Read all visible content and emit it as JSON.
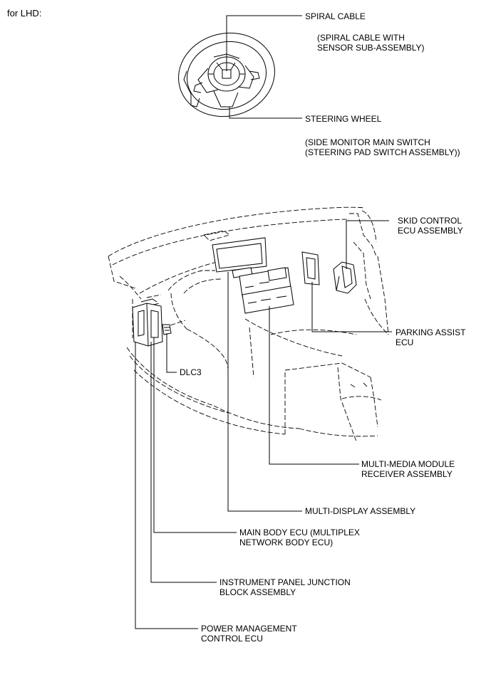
{
  "heading": "for LHD:",
  "labels": {
    "spiral_cable": "SPIRAL CABLE",
    "spiral_cable_sub": [
      "(SPIRAL CABLE WITH",
      "SENSOR SUB-ASSEMBLY)"
    ],
    "steering_wheel": "STEERING WHEEL",
    "steering_wheel_sub": [
      "(SIDE MONITOR MAIN SWITCH",
      "(STEERING PAD SWITCH ASSEMBLY))"
    ],
    "skid_control": [
      "SKID CONTROL",
      "ECU ASSEMBLY"
    ],
    "parking_assist": [
      "PARKING ASSIST",
      "ECU"
    ],
    "dlc3": "DLC3",
    "multi_media": [
      "MULTI-MEDIA MODULE",
      "RECEIVER ASSEMBLY"
    ],
    "multi_display": "MULTI-DISPLAY ASSEMBLY",
    "main_body_ecu": [
      "MAIN BODY ECU (MULTIPLEX",
      "NETWORK BODY ECU)"
    ],
    "instrument_panel": [
      "INSTRUMENT PANEL JUNCTION",
      "BLOCK ASSEMBLY"
    ],
    "power_management": [
      "POWER MANAGEMENT",
      "CONTROL ECU"
    ]
  }
}
